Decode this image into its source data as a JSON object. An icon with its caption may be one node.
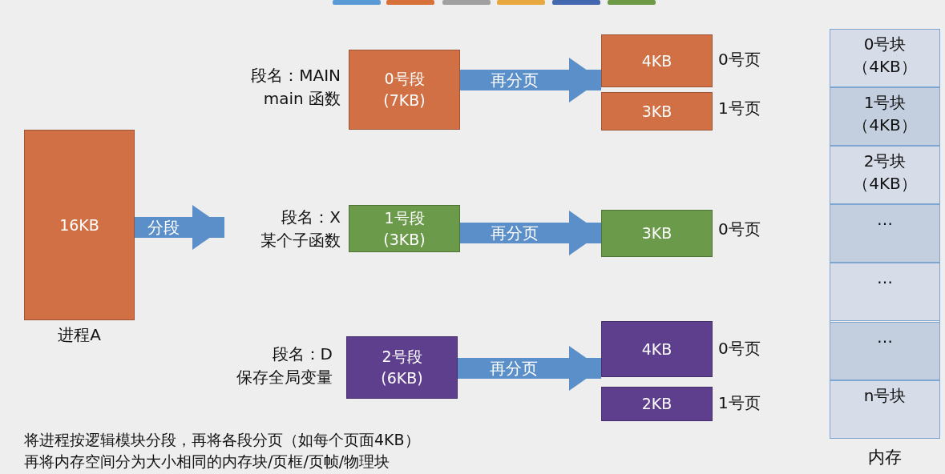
{
  "diagram": {
    "nodes": [
      {
        "text": [
          "16KB"
        ],
        "beside": [
          "进程A"
        ]
      },
      {
        "text": [
          "0号段 (7KB)"
        ],
        "beside": [
          "段名：MAIN main 函数"
        ]
      },
      {
        "text": [
          "1号段 (3KB)"
        ],
        "beside": [
          "段名：X 某个子函数"
        ]
      },
      {
        "text": [
          "2号段 (6KB)"
        ],
        "beside": [
          "段名：D 保存全局变量"
        ]
      },
      {
        "text": [
          "4KB"
        ],
        "beside": [
          "0号页"
        ]
      },
      {
        "text": [
          "3KB"
        ],
        "beside": [
          "1号页"
        ]
      },
      {
        "text": [
          "3KB"
        ],
        "beside": [
          "0号页"
        ]
      },
      {
        "text": [
          "4KB"
        ],
        "beside": [
          "0号页"
        ]
      },
      {
        "text": [
          "2KB"
        ],
        "beside": [
          "1号页"
        ]
      },
      {
        "text": [
          "内存"
        ]
      },
      {
        "text": [
          "0号块（4KB）"
        ],
        "in": 9
      },
      {
        "text": [
          "1号块（4KB）"
        ],
        "in": 9
      },
      {
        "text": [
          "2号块（4KB）"
        ],
        "in": 9
      },
      {
        "text": [
          "…"
        ],
        "in": 9
      },
      {
        "text": [
          "…"
        ],
        "in": 9
      },
      {
        "text": [
          "…"
        ],
        "in": 9
      },
      {
        "text": [
          "n号块"
        ],
        "in": 9
      }
    ],
    "edges": [
      {
        "from": 0,
        "to": 2,
        "arrow": "to",
        "label": "分段"
      },
      {
        "from": 1,
        "to": 4,
        "arrow": "to",
        "label": "再分页"
      },
      {
        "from": 2,
        "to": 6,
        "arrow": "to",
        "label": "再分页"
      },
      {
        "from": 3,
        "to": 7,
        "arrow": "to",
        "label": "再分页"
      }
    ],
    "labels": [
      "将进程按逻辑模块分段，再将各段分页（如每个页面4KB）",
      "再将内存空间分为大小相同的内存块/页框/页帧/物理块"
    ]
  }
}
